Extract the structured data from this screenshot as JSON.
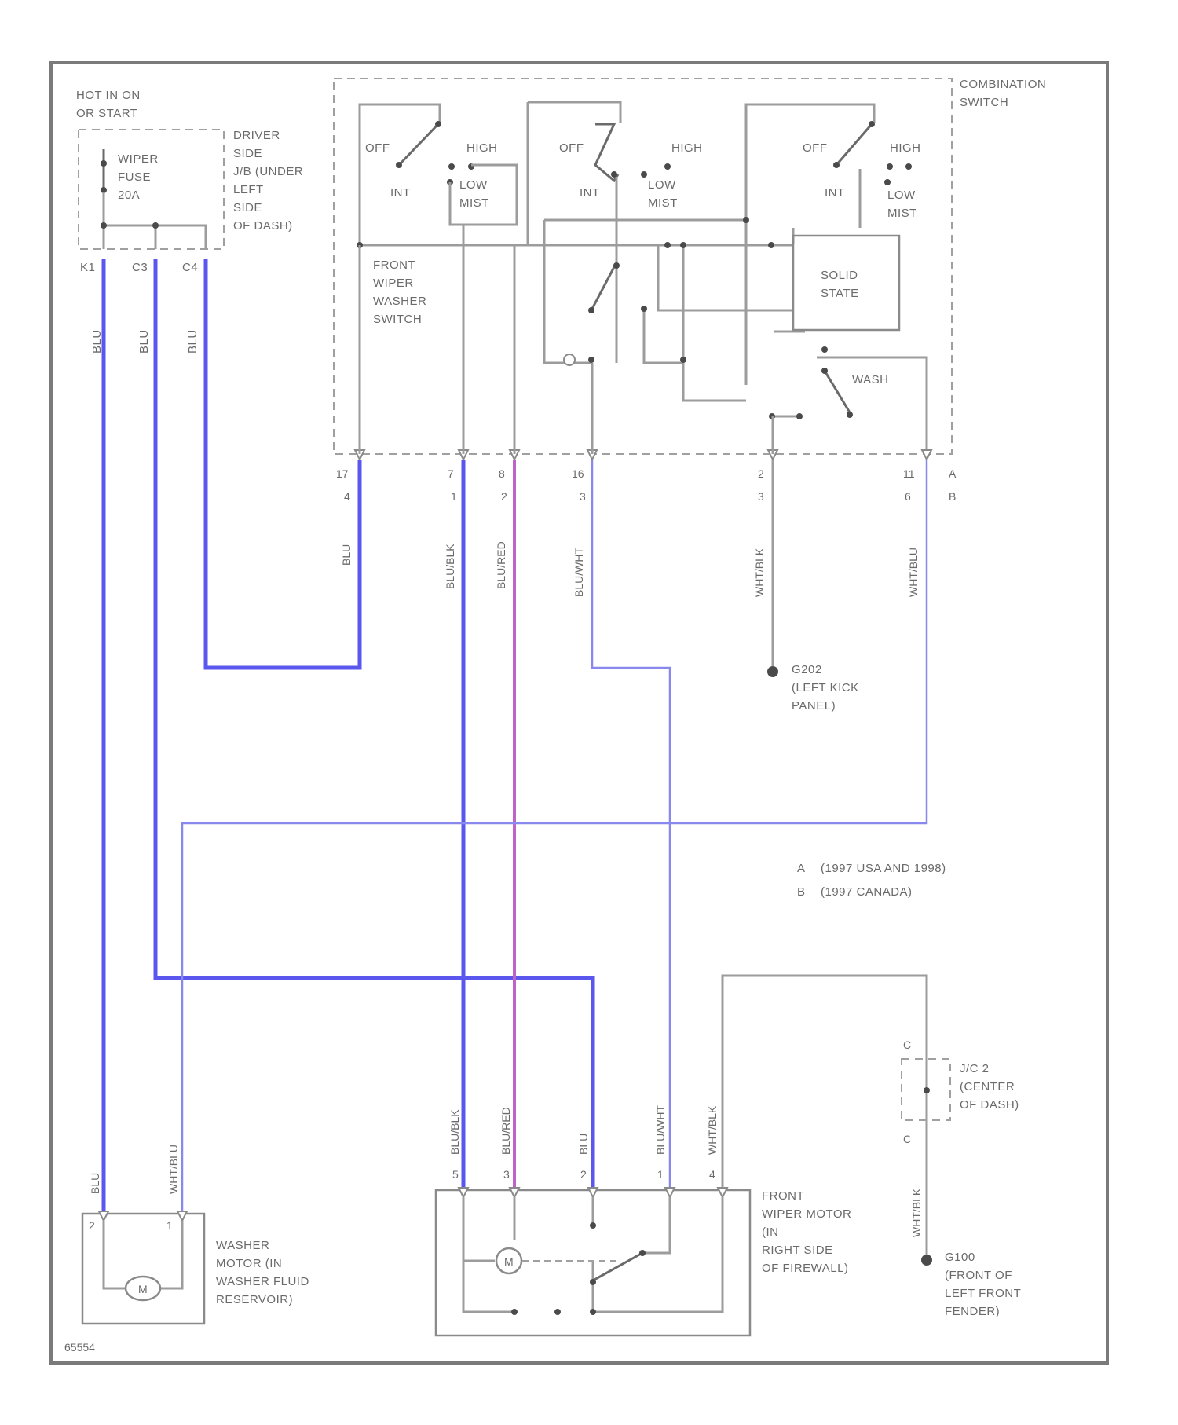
{
  "hot_label": [
    "HOT IN ON",
    "OR START"
  ],
  "fuse_label": [
    "WIPER",
    "FUSE",
    "20A"
  ],
  "junction_block_label": [
    "DRIVER",
    "SIDE",
    "J/B (UNDER",
    "LEFT",
    "SIDE",
    "OF DASH)"
  ],
  "combination_switch_label": [
    "COMBINATION",
    "SWITCH"
  ],
  "switch_labels": {
    "off": "OFF",
    "high": "HIGH",
    "int": "INT",
    "low_mist": [
      "LOW",
      "MIST"
    ]
  },
  "front_wiper_washer_switch_label": [
    "FRONT",
    "WIPER",
    "WASHER",
    "SWITCH"
  ],
  "solid_state_label": [
    "SOLID",
    "STATE"
  ],
  "wash_label": "WASH",
  "jb_pins": [
    "K1",
    "C3",
    "C4"
  ],
  "jb_wire_colors": [
    "BLU",
    "BLU",
    "BLU"
  ],
  "switch_pins_a": [
    "17",
    "7",
    "8",
    "16",
    "2",
    "11"
  ],
  "switch_pins_b": [
    "4",
    "1",
    "2",
    "3",
    "3",
    "6"
  ],
  "connector_variant_labels": [
    "A",
    "B"
  ],
  "switch_wire_colors": [
    "BLU",
    "BLU/BLK",
    "BLU/RED",
    "BLU/WHT",
    "WHT/BLK",
    "WHT/BLU"
  ],
  "g202_label": [
    "G202",
    "(LEFT KICK",
    "PANEL)"
  ],
  "legend": [
    {
      "key": "A",
      "text": "(1997 USA AND 1998)"
    },
    {
      "key": "B",
      "text": "(1997 CANADA)"
    }
  ],
  "motor_wire_colors": [
    "BLU/BLK",
    "BLU/RED",
    "BLU",
    "BLU/WHT",
    "WHT/BLK"
  ],
  "motor_pins": [
    "5",
    "3",
    "2",
    "1",
    "4"
  ],
  "j_c2_label": [
    "J/C 2",
    "(CENTER",
    "OF DASH)"
  ],
  "j_c2_pins": [
    "C",
    "C"
  ],
  "j_c2_wire_color": "WHT/BLK",
  "g100_label": [
    "G100",
    "(FRONT OF",
    "LEFT FRONT",
    "FENDER)"
  ],
  "washer_wire_colors": [
    "BLU",
    "WHT/BLU"
  ],
  "washer_pins": [
    "2",
    "1"
  ],
  "washer_motor_label": [
    "WASHER",
    "MOTOR (IN",
    "WASHER FLUID",
    "RESERVOIR)"
  ],
  "front_wiper_motor_label": [
    "FRONT",
    "WIPER MOTOR",
    "(IN",
    "RIGHT SIDE",
    "OF FIREWALL)"
  ],
  "motor_symbol": "M",
  "figure_id": "65554",
  "colors": {
    "blue_wire": "#5b57ee",
    "pink_wire": "#c063c8",
    "gray_wire": "#9c9c9c"
  }
}
